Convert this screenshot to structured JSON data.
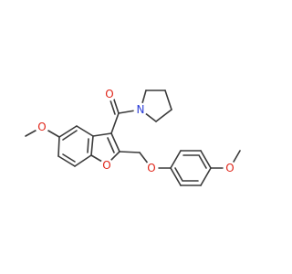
{
  "molecule": {
    "atom_labels": {
      "carbonyl_oxygen": "O",
      "pyrrolidine_nitrogen": "N",
      "methoxy_oxygen_left": "O",
      "furan_oxygen": "O",
      "ether_oxygen": "O",
      "methoxy_oxygen_right": "O"
    },
    "colors": {
      "bond": "#3a3a3a",
      "oxygen": "#e0261a",
      "nitrogen": "#2a3cd8",
      "background": "#ffffff"
    }
  }
}
